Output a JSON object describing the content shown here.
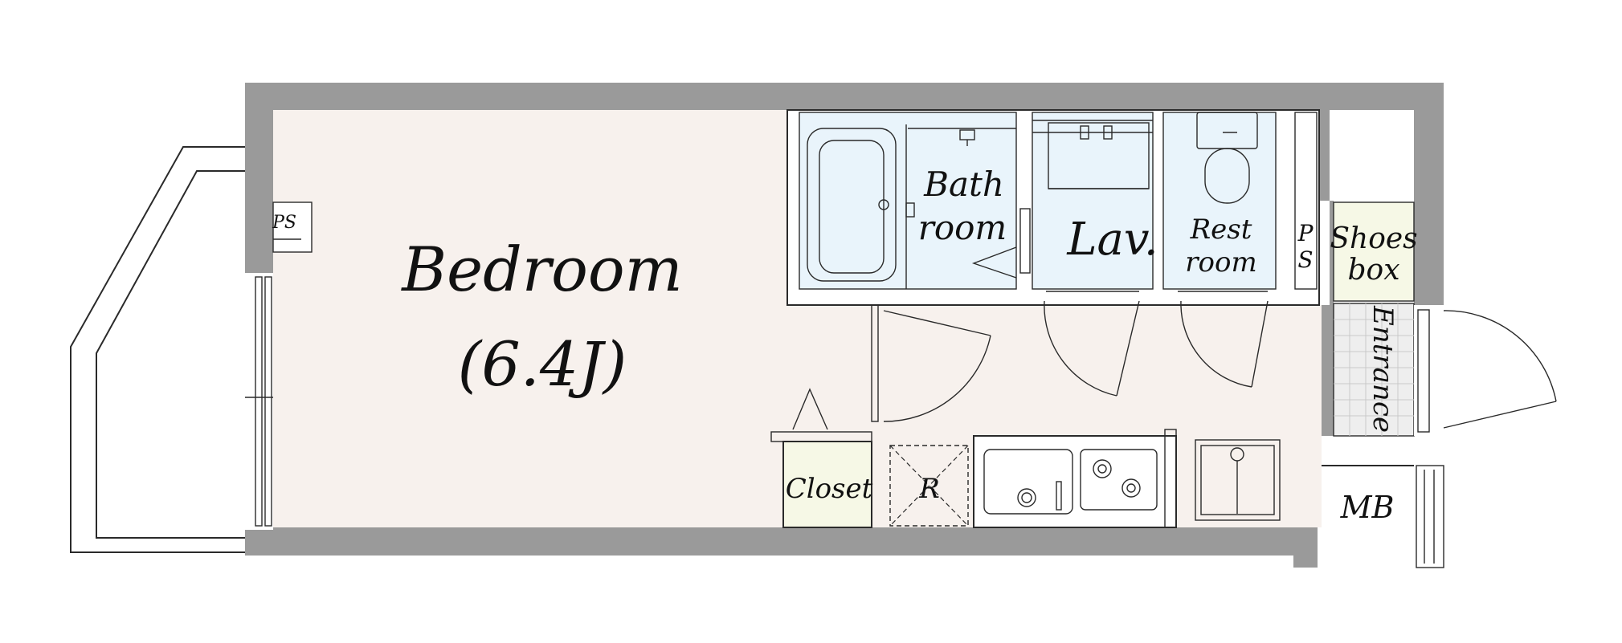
{
  "colors": {
    "wall": "#9a9a9a",
    "bedroom_floor": "#f7f1ed",
    "wet_area": "#e9f4fb",
    "storage": "#f6f8e6",
    "entrance_tile": "#eeeeee",
    "line": "#2a2a2a"
  },
  "rooms": {
    "bedroom": {
      "name": "Bedroom",
      "size": "(6.4J)"
    },
    "bathroom": {
      "line1": "Bath",
      "line2": "room"
    },
    "lavatory": {
      "name": "Lav."
    },
    "restroom": {
      "line1": "Rest",
      "line2": "room"
    },
    "ps_right": {
      "line1": "P",
      "line2": "S"
    },
    "shoes_box": {
      "line1": "Shoes",
      "line2": "box"
    },
    "entrance": {
      "name": "Entrance"
    },
    "closet": {
      "name": "Closet"
    },
    "refrigerator": {
      "name": "R"
    },
    "meter_box": {
      "name": "MB"
    },
    "ps_left": {
      "name": "PS"
    }
  },
  "icons": [
    "bathtub-icon",
    "toilet-icon",
    "sink-icon",
    "gas-stove-icon",
    "washing-machine-pan-icon",
    "door-swing-icon"
  ]
}
